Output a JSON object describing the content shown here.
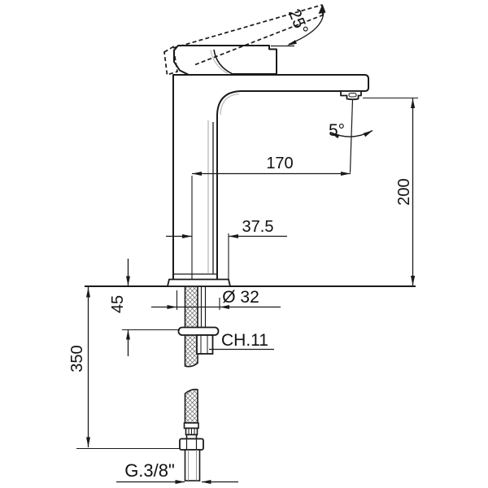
{
  "drawing": {
    "subject": "Single-lever tall basin mixer tap - side elevation installation drawing",
    "background": "#ffffff",
    "line_color": "#1a1a1a",
    "labels": {
      "handle_angle": "25°",
      "spout_angle": "5°",
      "spout_reach": "170",
      "center_to_edge": "37.5",
      "spout_height": "200",
      "hole_diameter": "Ø 32",
      "wrench_size": "CH.11",
      "under_counter": "45",
      "hose_length": "350",
      "thread": "G.3/8\""
    }
  }
}
